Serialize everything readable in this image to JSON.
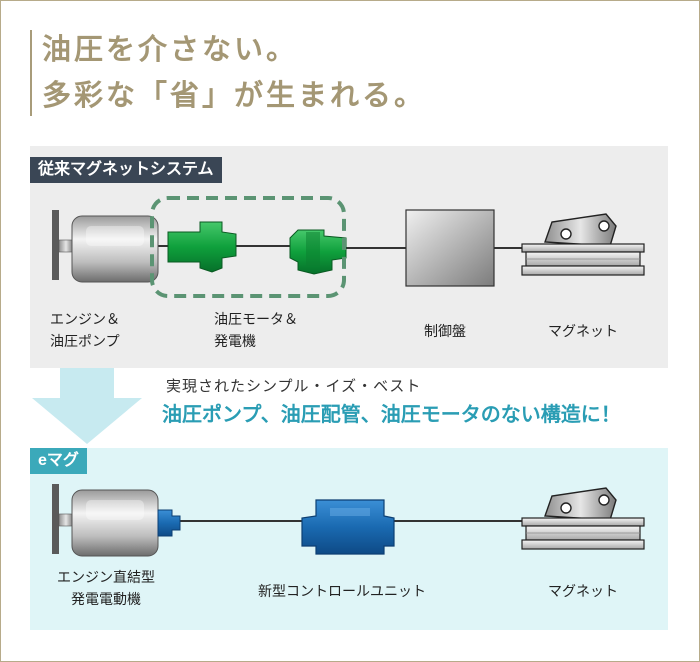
{
  "headline": {
    "line1": "油圧を介さない。",
    "line2": "多彩な「省」が生まれる。"
  },
  "conventional": {
    "title": "従来マグネットシステム",
    "engine_label_1": "エンジン＆",
    "engine_label_2": "油圧ポンプ",
    "motor_label_1": "油圧モータ＆",
    "motor_label_2": "発電機",
    "panel_label": "制御盤",
    "magnet_label": "マグネット"
  },
  "transition": {
    "subtitle": "実現されたシンプル・イズ・ベスト",
    "tagline": "油圧ポンプ、油圧配管、油圧モータのない構造に！"
  },
  "emag": {
    "title": "eマグ",
    "generator_label_1": "エンジン直結型",
    "generator_label_2": "発電電動機",
    "unit_label": "新型コントロールユニット",
    "magnet_label": "マグネット"
  },
  "colors": {
    "headline": "#a49774",
    "accent_green": "#0fa03c",
    "accent_blue": "#1a6ab1",
    "accent_cyan": "#2a9db4",
    "dashed_border": "#5b9473"
  },
  "icons": [
    "diesel-engine-icon",
    "hydraulic-pump-icon",
    "hydraulic-motor-icon",
    "control-panel-icon",
    "lifting-magnet-icon",
    "direct-coupled-generator-icon",
    "control-unit-icon",
    "down-arrow-icon"
  ]
}
